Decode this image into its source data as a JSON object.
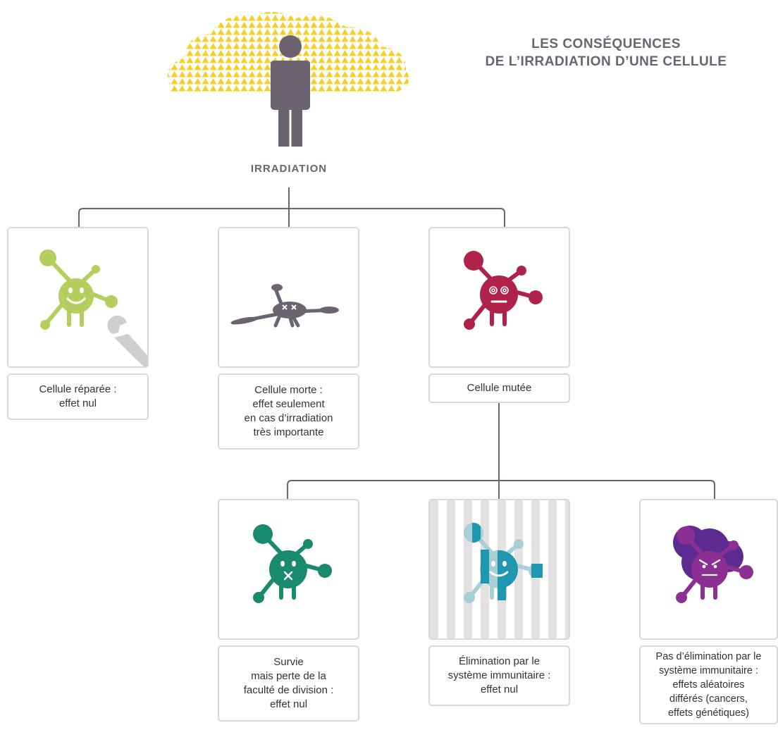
{
  "title": {
    "line1": "LES CONSÉQUENCES",
    "line2": "DE L’IRRADIATION D’UNE CELLULE"
  },
  "irradiation_label": "IRRADIATION",
  "outcomes": [
    {
      "lines": [
        "Cellule réparée :",
        "effet nul"
      ],
      "icon": "repaired-cell-icon",
      "color": "#b5cf5e"
    },
    {
      "lines": [
        "Cellule morte :",
        "effet seulement",
        "en cas d’irradiation",
        "très importante"
      ],
      "icon": "dead-cell-icon",
      "color": "#6b6370"
    },
    {
      "lines": [
        "Cellule mutée"
      ],
      "icon": "mutated-cell-icon",
      "color": "#b0224a"
    }
  ],
  "sub_outcomes": [
    {
      "lines": [
        "Survie",
        "mais perte de la",
        "faculté de division :",
        "effet nul"
      ],
      "icon": "sterile-cell-icon",
      "color": "#1a8a6e"
    },
    {
      "lines": [
        "Élimination par le",
        "système immunitaire :",
        "effet nul"
      ],
      "icon": "eliminated-cell-icon",
      "color": "#1f97b0"
    },
    {
      "lines": [
        "Pas d’élimination par le",
        "système immunitaire :",
        "effets aléatoires",
        "différés (cancers,",
        "effets génétiques)"
      ],
      "icon": "cancer-cell-icon",
      "color": "#8b2f93"
    }
  ]
}
